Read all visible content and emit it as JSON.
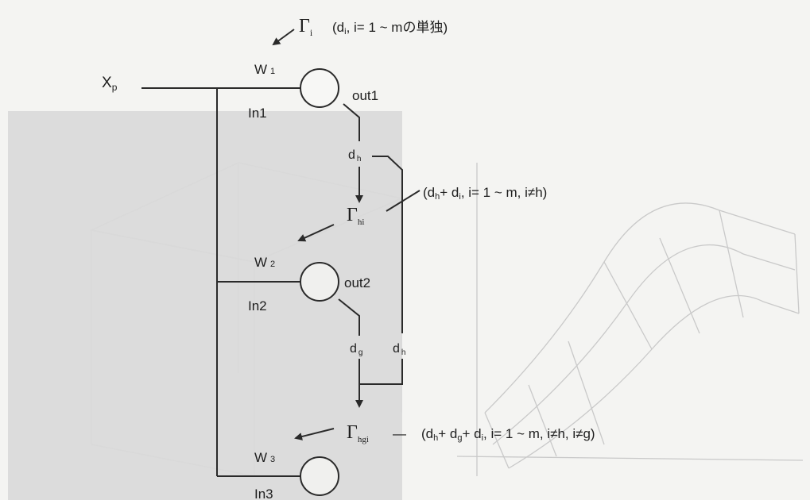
{
  "diagram": {
    "input": {
      "label": "X",
      "sub": "p"
    },
    "stages": [
      {
        "weight_main": "W",
        "weight_sub": "1",
        "input_label": "In1",
        "output_label": "out1"
      },
      {
        "weight_main": "W",
        "weight_sub": "2",
        "input_label": "In2",
        "output_label": "out2"
      },
      {
        "weight_main": "W",
        "weight_sub": "3",
        "input_label": "In3"
      }
    ],
    "gammas": [
      {
        "symbol": "Γ",
        "sub": "i",
        "condition": "(d",
        "cond_sub": "i",
        "cond_tail": ", i= 1 ~ mの単独)"
      },
      {
        "symbol": "Γ",
        "sub": "hi",
        "condition": "(d",
        "cond_sub": "h",
        "cond_tail": "+ d",
        "cond_sub2": "i",
        "cond_tail2": ", i= 1 ~ m, i≠h)"
      },
      {
        "symbol": "Γ",
        "sub": "hgi",
        "dash": "—",
        "condition": "(d",
        "cond_sub": "h",
        "cond_tail": "+ d",
        "cond_sub2": "g",
        "cond_tail2": "+ d",
        "cond_sub3": "i",
        "cond_tail3": ", i= 1 ~ m, i≠h, i≠g)"
      }
    ],
    "signals": {
      "dh_top": {
        "main": "d",
        "sub": "h"
      },
      "dg": {
        "main": "d",
        "sub": "g"
      },
      "dh_bottom": {
        "main": "d",
        "sub": "h"
      }
    },
    "colors": {
      "line": "#2a2a2a",
      "panel": "#dcdcdc",
      "background": "#f4f4f2",
      "mesh": "#c9c9c9"
    }
  }
}
